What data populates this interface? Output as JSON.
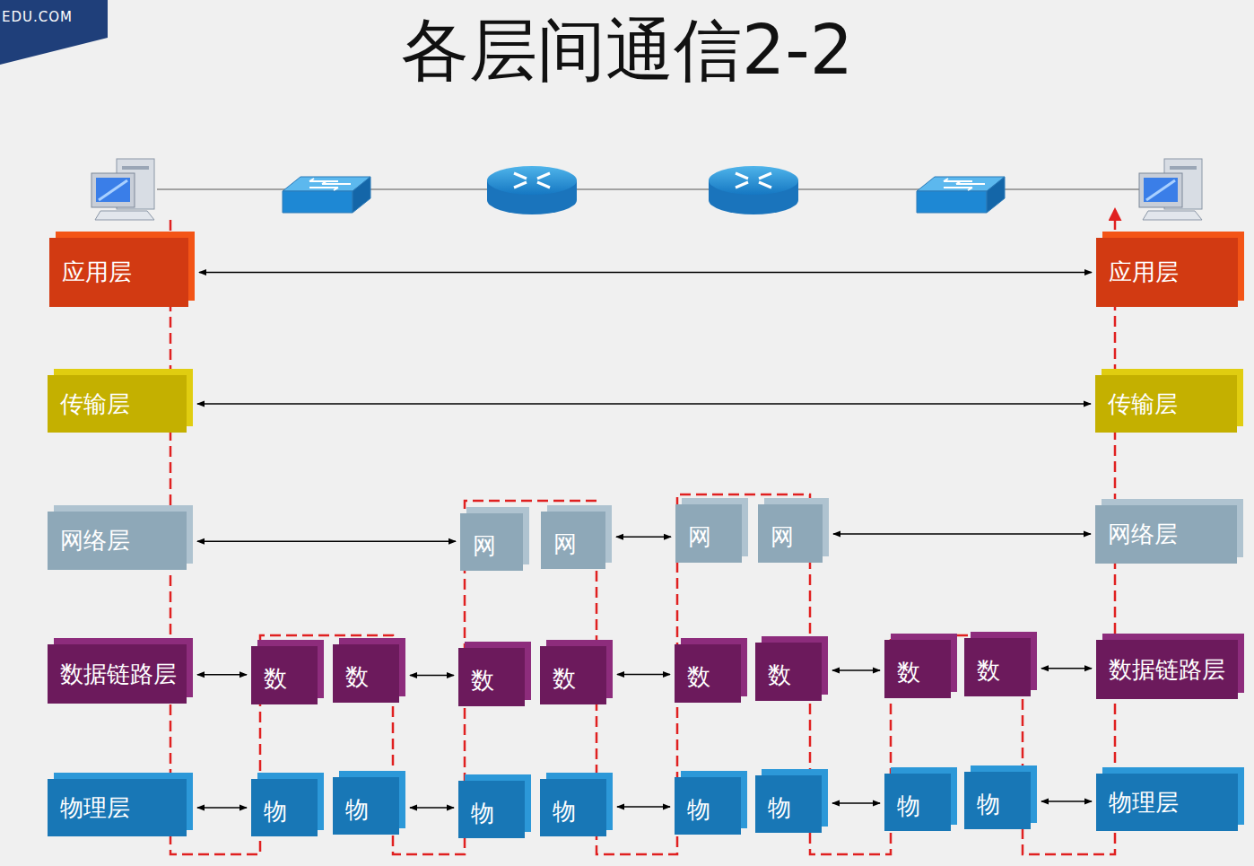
{
  "diagram": {
    "title": "各层间通信2-2",
    "nodes": [
      {
        "text": [
          "应用层"
        ]
      },
      {
        "text": [
          "应用层"
        ]
      },
      {
        "text": [
          "传输层"
        ]
      },
      {
        "text": [
          "传输层"
        ]
      },
      {
        "text": [
          "网络层"
        ]
      },
      {
        "text": [
          "网"
        ]
      },
      {
        "text": [
          "网"
        ]
      },
      {
        "text": [
          "网"
        ]
      },
      {
        "text": [
          "网"
        ]
      },
      {
        "text": [
          "网络层"
        ]
      },
      {
        "text": [
          "数据链路层"
        ]
      },
      {
        "text": [
          "数"
        ]
      },
      {
        "text": [
          "数"
        ]
      },
      {
        "text": [
          "数"
        ]
      },
      {
        "text": [
          "数"
        ]
      },
      {
        "text": [
          "数"
        ]
      },
      {
        "text": [
          "数"
        ]
      },
      {
        "text": [
          "数"
        ]
      },
      {
        "text": [
          "数"
        ]
      },
      {
        "text": [
          "数据链路层"
        ]
      },
      {
        "text": [
          "物理层"
        ]
      },
      {
        "text": [
          "物"
        ]
      },
      {
        "text": [
          "物"
        ]
      },
      {
        "text": [
          "物"
        ]
      },
      {
        "text": [
          "物"
        ]
      },
      {
        "text": [
          "物"
        ]
      },
      {
        "text": [
          "物"
        ]
      },
      {
        "text": [
          "物"
        ]
      },
      {
        "text": [
          "物"
        ]
      },
      {
        "text": [
          "物理层"
        ]
      }
    ],
    "edges": [
      {
        "from": 0,
        "to": 1,
        "arrow": "both"
      },
      {
        "from": 2,
        "to": 3,
        "arrow": "both"
      },
      {
        "from": 4,
        "to": 5,
        "arrow": "both"
      },
      {
        "from": 6,
        "to": 7,
        "arrow": "both"
      },
      {
        "from": 8,
        "to": 9,
        "arrow": "both"
      },
      {
        "from": 10,
        "to": 11,
        "arrow": "both"
      },
      {
        "from": 12,
        "to": 13,
        "arrow": "both"
      },
      {
        "from": 14,
        "to": 15,
        "arrow": "both"
      },
      {
        "from": 16,
        "to": 17,
        "arrow": "both"
      },
      {
        "from": 18,
        "to": 19,
        "arrow": "both"
      },
      {
        "from": 20,
        "to": 21,
        "arrow": "both"
      },
      {
        "from": 22,
        "to": 23,
        "arrow": "both"
      },
      {
        "from": 24,
        "to": 25,
        "arrow": "both"
      },
      {
        "from": 26,
        "to": 27,
        "arrow": "both"
      },
      {
        "from": 28,
        "to": 29,
        "arrow": "both"
      }
    ],
    "labels": [
      "EDU.COM"
    ]
  }
}
